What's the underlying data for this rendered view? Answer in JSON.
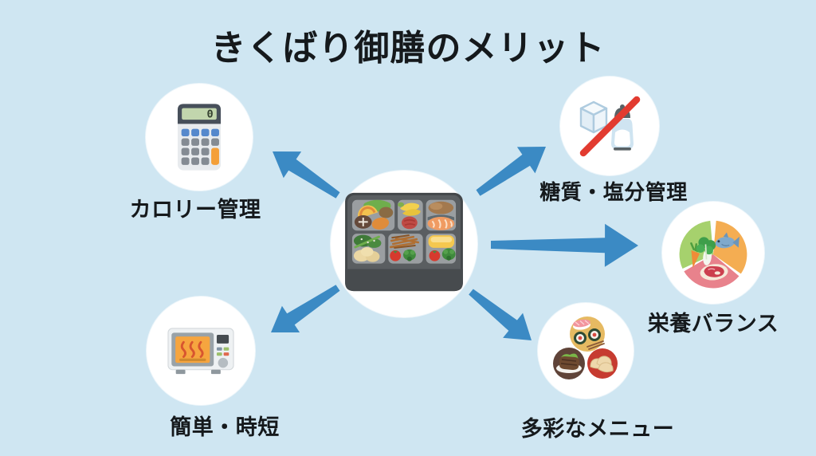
{
  "title": "きくばり御膳のメリット",
  "colors": {
    "background": "#cfe6f2",
    "arrow": "#3b8ac4",
    "text": "#15191c",
    "circle_bg": "#ffffff"
  },
  "center": {
    "icon": "bento-box-icon"
  },
  "calculator_display": "0",
  "benefits": [
    {
      "id": "calorie",
      "label": "カロリー管理",
      "icon": "calculator-icon",
      "position": "top-left"
    },
    {
      "id": "sugar-salt",
      "label": "糖質・塩分管理",
      "icon": "no-sugar-salt-icon",
      "position": "top-right"
    },
    {
      "id": "nutrition",
      "label": "栄養バランス",
      "icon": "nutrition-balance-icon",
      "position": "right"
    },
    {
      "id": "menu",
      "label": "多彩なメニュー",
      "icon": "varied-menu-icon",
      "position": "bottom-right"
    },
    {
      "id": "easy",
      "label": "簡単・時短",
      "icon": "microwave-icon",
      "position": "bottom-left"
    }
  ]
}
